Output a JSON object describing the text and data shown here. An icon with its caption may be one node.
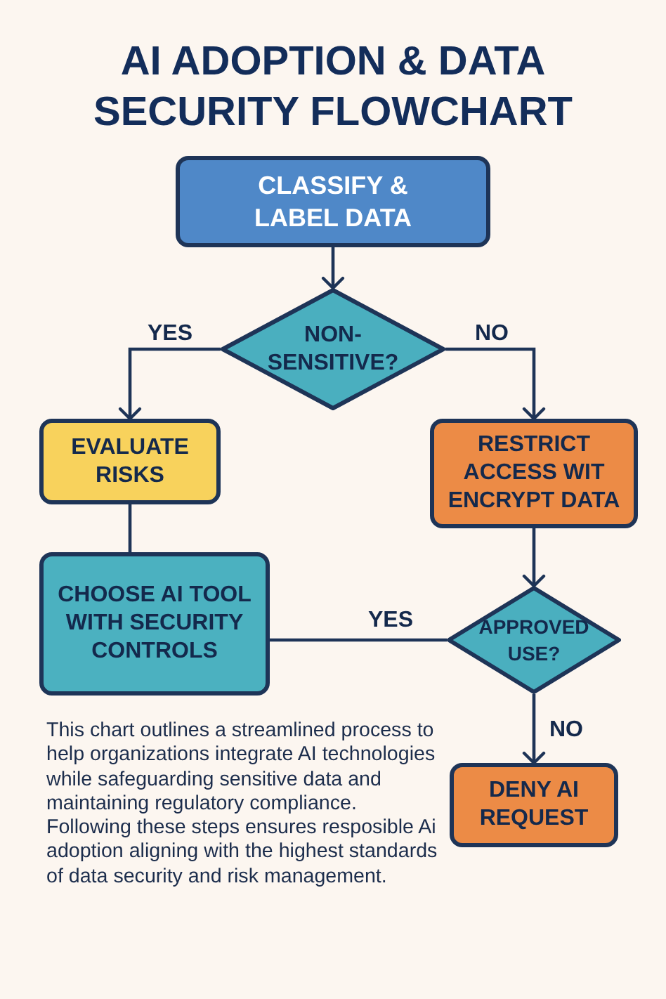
{
  "diagram": {
    "title": "AI ADOPTION & DATA SECURITY FLOWCHART",
    "nodes": [
      {
        "text": [
          "CLASSIFY & LABEL DATA"
        ]
      },
      {
        "text": [
          "NON- SENSITIVE?"
        ]
      },
      {
        "text": [
          "EVALUATE RISKS"
        ]
      },
      {
        "text": [
          "RESTRICT ACCESS WIT ENCRYPT DATA"
        ]
      },
      {
        "text": [
          "CHOOSE AI TOOL WITH SECURITY CONTROLS"
        ]
      },
      {
        "text": [
          "APPROVED USE?"
        ]
      },
      {
        "text": [
          "DENY AI REQUEST"
        ]
      }
    ],
    "edges": [
      {
        "from": 0,
        "to": 1,
        "arrow": "to"
      },
      {
        "from": 1,
        "to": 2,
        "arrow": "to",
        "label": "YES"
      },
      {
        "from": 1,
        "to": 3,
        "arrow": "to",
        "label": "NO"
      },
      {
        "from": 2,
        "to": 4,
        "arrow": "none"
      },
      {
        "from": 3,
        "to": 5,
        "arrow": "to"
      },
      {
        "from": 5,
        "to": 4,
        "arrow": "none",
        "label": "YES"
      },
      {
        "from": 5,
        "to": 6,
        "arrow": "to",
        "label": "NO"
      }
    ],
    "labels": [
      "This chart outlines a streamlined process to help organizations integrate AI technologies while safeguarding sensitive data and maintaining regulatory compliance. Following these steps ensures resposible Ai adoption aligning with the highest standards of data security and risk management."
    ]
  }
}
